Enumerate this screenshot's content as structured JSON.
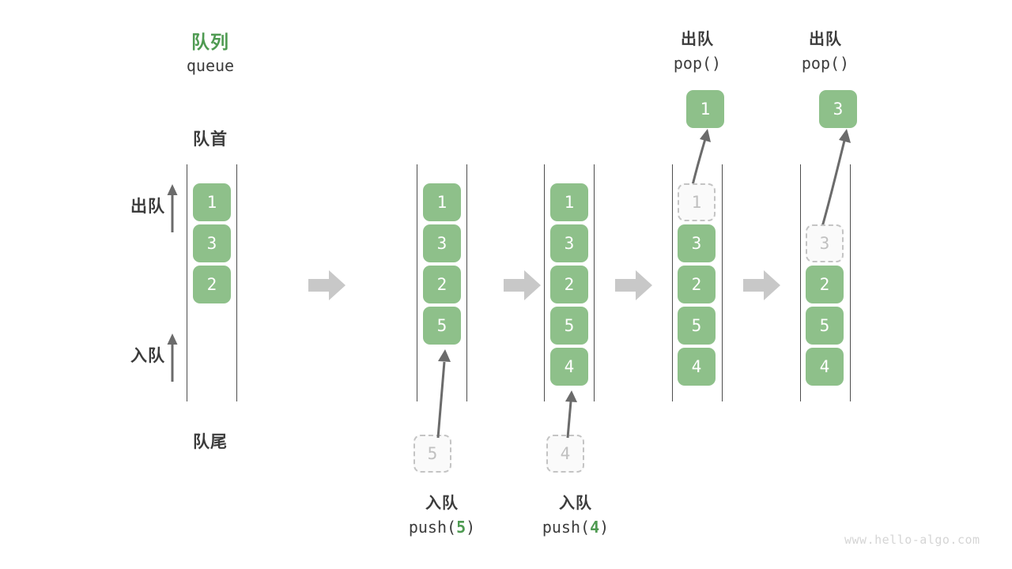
{
  "diagram": {
    "title_cn": "队列",
    "title_en": "queue",
    "front_label": "队首",
    "rear_label": "队尾",
    "dequeue_arrow_label": "出队",
    "enqueue_arrow_label": "入队",
    "watermark": "www.hello-algo.com",
    "accent_color": "#4e9a51",
    "cell_color": "#8ec08a",
    "ghost_color": "#c4c4c4",
    "arrow_color": "#bdbdbd"
  },
  "steps": [
    {
      "id": "step-initial",
      "cells": [
        "1",
        "3",
        "2"
      ],
      "ghost_top": null,
      "ghost_bottom": null,
      "popped": null,
      "caption_cn": "",
      "caption_code": ""
    },
    {
      "id": "step-push-5",
      "cells": [
        "1",
        "3",
        "2",
        "5"
      ],
      "ghost_top": null,
      "ghost_bottom": "5",
      "popped": null,
      "caption_cn": "入队",
      "caption_code_pre": "push(",
      "caption_code_num": "5",
      "caption_code_post": ")"
    },
    {
      "id": "step-push-4",
      "cells": [
        "1",
        "3",
        "2",
        "5",
        "4"
      ],
      "ghost_top": null,
      "ghost_bottom": "4",
      "popped": null,
      "caption_cn": "入队",
      "caption_code_pre": "push(",
      "caption_code_num": "4",
      "caption_code_post": ")"
    },
    {
      "id": "step-pop-1",
      "cells": [
        "3",
        "2",
        "5",
        "4"
      ],
      "ghost_top": "1",
      "ghost_bottom": null,
      "popped": "1",
      "caption_cn": "出队",
      "caption_code": "pop()"
    },
    {
      "id": "step-pop-3",
      "cells": [
        "2",
        "5",
        "4"
      ],
      "ghost_top": "3",
      "ghost_bottom": null,
      "popped": "3",
      "caption_cn": "出队",
      "caption_code": "pop()"
    }
  ]
}
